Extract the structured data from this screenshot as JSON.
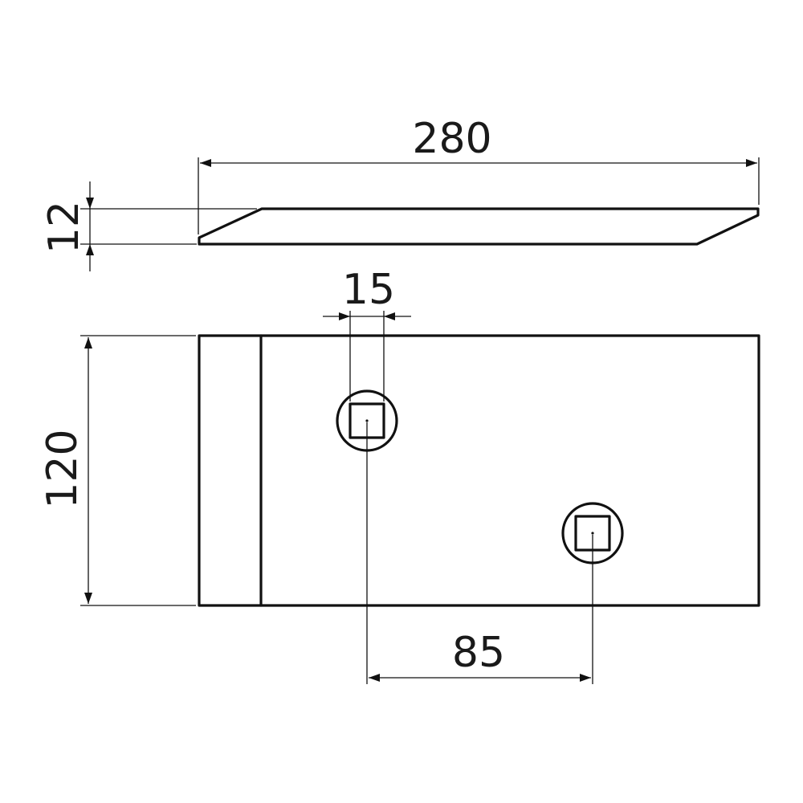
{
  "dimensions": {
    "length": "280",
    "thickness": "12",
    "hole_size": "15",
    "width": "120",
    "hole_spacing": "85"
  },
  "colors": {
    "line": "#111111",
    "text": "#1a1a1a",
    "background": "#ffffff"
  }
}
